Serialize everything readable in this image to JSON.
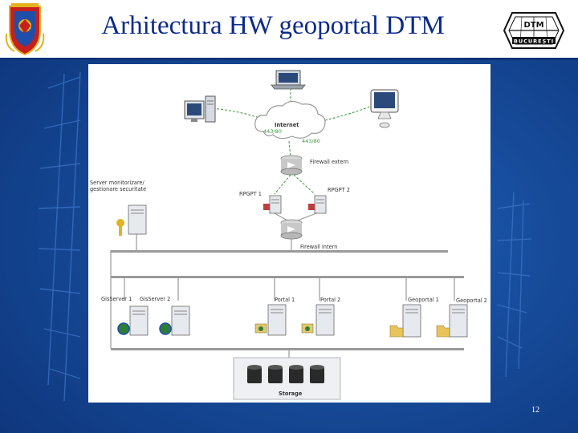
{
  "slide": {
    "title": "Arhitectura HW geoportal DTM",
    "page_number": "12"
  },
  "logos": {
    "right_top_text": "DTM",
    "right_bottom_text": "BUCUREȘTI"
  },
  "diagram": {
    "nodes": {
      "internet": "Internet",
      "firewall_extern": "Firewall extern",
      "firewall_intern": "Firewall intern",
      "server_monitorizare": "Server monitorizare/ gestionare securitate",
      "rpgpt1": "RPGPT 1",
      "rpgpt2": "RPGPT 2",
      "gisserver1": "GisServer 1",
      "gisserver2": "GisServer 2",
      "portal1": "Portal 1",
      "portal2": "Portal 2",
      "geoportal1": "Geoportal 1",
      "geoportal2": "Geoportal 2",
      "storage": "Storage"
    },
    "ports": {
      "port_left": "443/80",
      "port_right": "443/80"
    }
  },
  "colors": {
    "background": "#164a98",
    "title": "#0b2a8a",
    "link_green": "#3a9a3a",
    "bus_gray": "#9a9a9a"
  }
}
